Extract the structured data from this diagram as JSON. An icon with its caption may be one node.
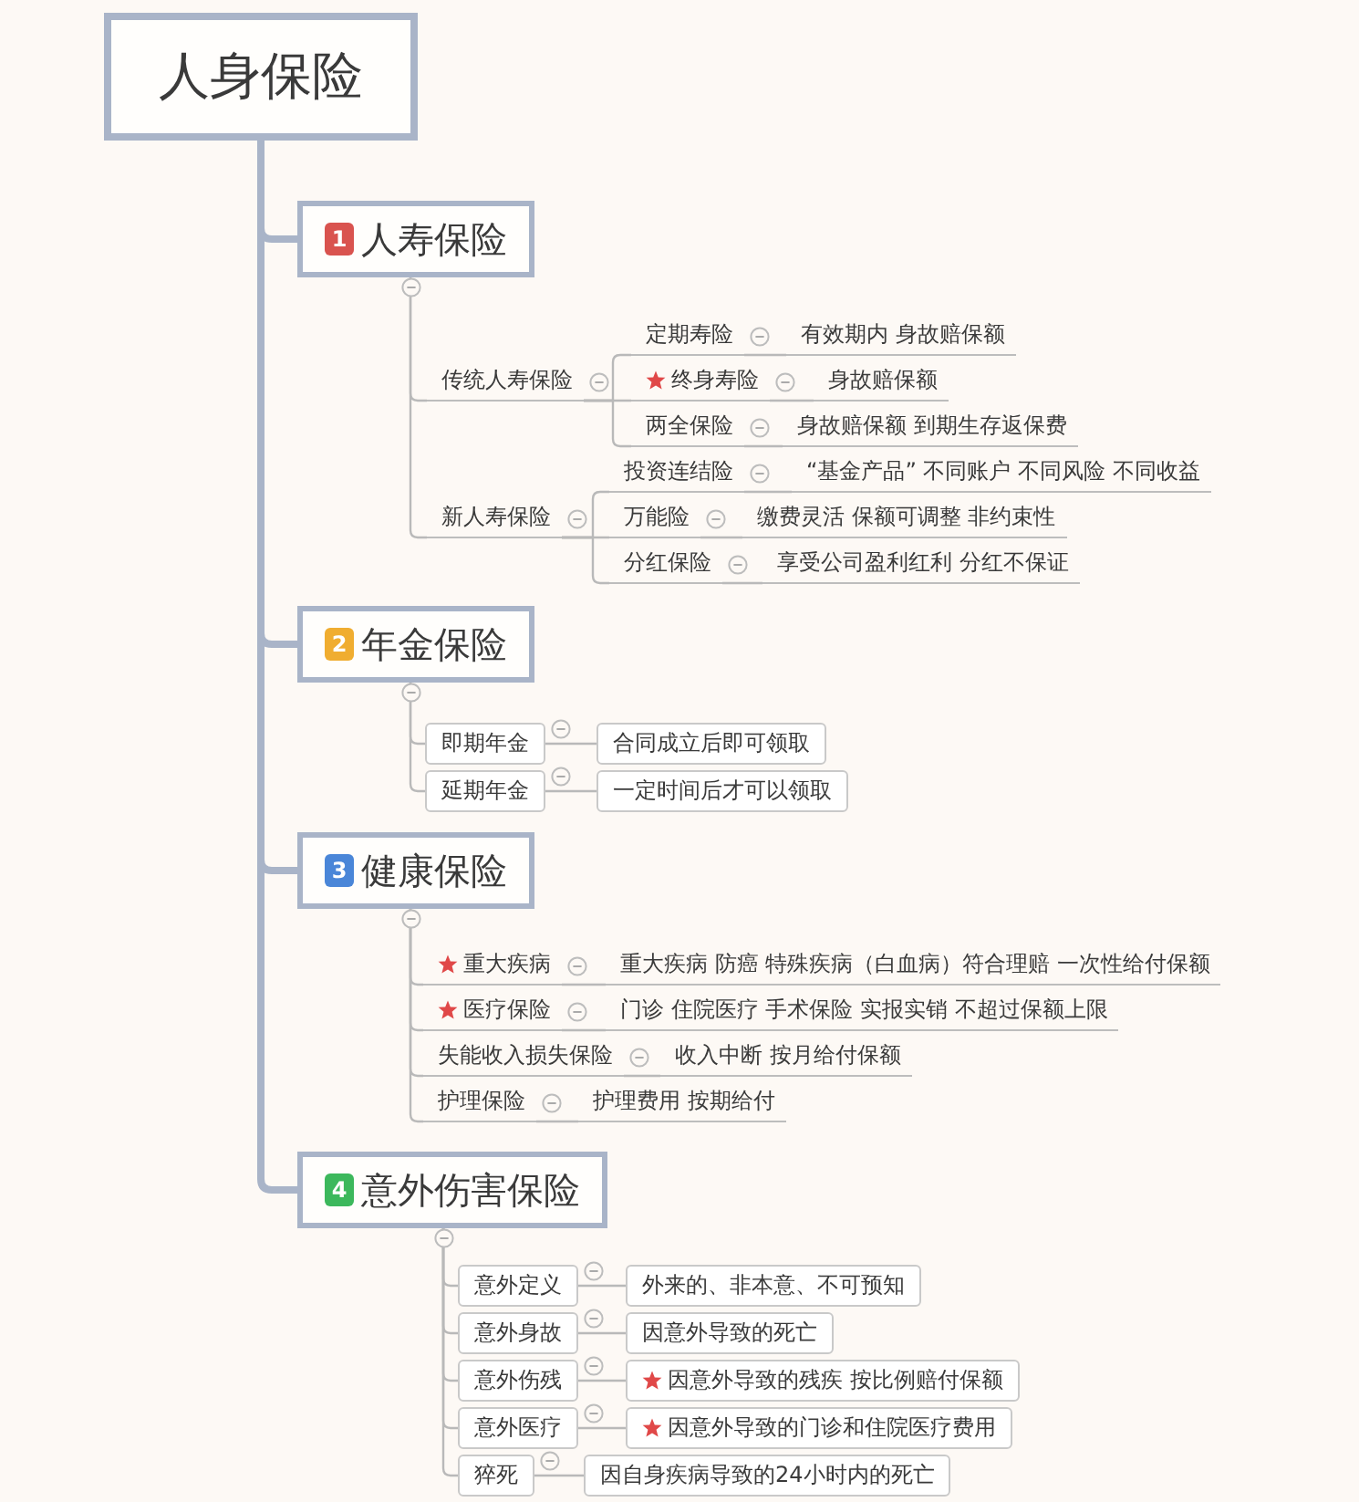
{
  "diagram": {
    "nodes": [
      {
        "text": [
          "人身保险"
        ]
      },
      {
        "text": [
          "1",
          "人寿保险"
        ]
      },
      {
        "text": [
          "传统人寿保险"
        ]
      },
      {
        "text": [
          "定期寿险"
        ]
      },
      {
        "text": [
          "有效期内 身故赔保额"
        ]
      },
      {
        "text": [
          "终身寿险"
        ]
      },
      {
        "text": [
          "身故赔保额"
        ]
      },
      {
        "text": [
          "两全保险"
        ]
      },
      {
        "text": [
          "身故赔保额 到期生存返保费"
        ]
      },
      {
        "text": [
          "新人寿保险"
        ]
      },
      {
        "text": [
          "投资连结险"
        ]
      },
      {
        "text": [
          "“基金产品” 不同账户 不同风险 不同收益"
        ]
      },
      {
        "text": [
          "万能险"
        ]
      },
      {
        "text": [
          "缴费灵活 保额可调整 非约束性"
        ]
      },
      {
        "text": [
          "分红保险"
        ]
      },
      {
        "text": [
          "享受公司盈利红利 分红不保证"
        ]
      },
      {
        "text": [
          "2",
          "年金保险"
        ]
      },
      {
        "text": [
          "即期年金"
        ]
      },
      {
        "text": [
          "合同成立后即可领取"
        ]
      },
      {
        "text": [
          "延期年金"
        ]
      },
      {
        "text": [
          "一定时间后才可以领取"
        ]
      },
      {
        "text": [
          "3",
          "健康保险"
        ]
      },
      {
        "text": [
          "重大疾病"
        ]
      },
      {
        "text": [
          "重大疾病 防癌 特殊疾病（白血病）符合理赔 一次性给付保额"
        ]
      },
      {
        "text": [
          "医疗保险"
        ]
      },
      {
        "text": [
          "门诊 住院医疗 手术保险 实报实销 不超过保额上限"
        ]
      },
      {
        "text": [
          "失能收入损失保险"
        ]
      },
      {
        "text": [
          "收入中断 按月给付保额"
        ]
      },
      {
        "text": [
          "护理保险"
        ]
      },
      {
        "text": [
          "护理费用 按期给付"
        ]
      },
      {
        "text": [
          "4",
          "意外伤害保险"
        ]
      },
      {
        "text": [
          "意外定义"
        ]
      },
      {
        "text": [
          "外来的、非本意、不可预知"
        ]
      },
      {
        "text": [
          "意外身故"
        ]
      },
      {
        "text": [
          "因意外导致的死亡"
        ]
      },
      {
        "text": [
          "意外伤残"
        ]
      },
      {
        "text": [
          "因意外导致的残疾 按比例赔付保额"
        ]
      },
      {
        "text": [
          "意外医疗"
        ]
      },
      {
        "text": [
          "因意外导致的门诊和住院医疗费用"
        ]
      },
      {
        "text": [
          "猝死"
        ]
      },
      {
        "text": [
          "因自身疾病导致的24小时内的死亡"
        ]
      }
    ],
    "edges": [
      {
        "from": 0,
        "to": 1,
        "arrow": "none",
        "style": "thick",
        "color": "#a9b4c8"
      },
      {
        "from": 0,
        "to": 16,
        "arrow": "none",
        "style": "thick",
        "color": "#a9b4c8"
      },
      {
        "from": 0,
        "to": 21,
        "arrow": "none",
        "style": "thick",
        "color": "#a9b4c8"
      },
      {
        "from": 0,
        "to": 30,
        "arrow": "none",
        "style": "thick",
        "color": "#a9b4c8"
      },
      {
        "from": 1,
        "to": 2,
        "arrow": "none"
      },
      {
        "from": 1,
        "to": 9,
        "arrow": "none"
      },
      {
        "from": 2,
        "to": 3,
        "arrow": "none"
      },
      {
        "from": 2,
        "to": 5,
        "arrow": "none"
      },
      {
        "from": 2,
        "to": 7,
        "arrow": "none"
      },
      {
        "from": 3,
        "to": 4,
        "arrow": "none"
      },
      {
        "from": 5,
        "to": 6,
        "arrow": "none"
      },
      {
        "from": 7,
        "to": 8,
        "arrow": "none"
      },
      {
        "from": 9,
        "to": 10,
        "arrow": "none"
      },
      {
        "from": 9,
        "to": 12,
        "arrow": "none"
      },
      {
        "from": 9,
        "to": 14,
        "arrow": "none"
      },
      {
        "from": 10,
        "to": 11,
        "arrow": "none"
      },
      {
        "from": 12,
        "to": 13,
        "arrow": "none"
      },
      {
        "from": 14,
        "to": 15,
        "arrow": "none"
      },
      {
        "from": 16,
        "to": 17,
        "arrow": "none"
      },
      {
        "from": 16,
        "to": 19,
        "arrow": "none"
      },
      {
        "from": 17,
        "to": 18,
        "arrow": "none"
      },
      {
        "from": 19,
        "to": 20,
        "arrow": "none"
      },
      {
        "from": 21,
        "to": 22,
        "arrow": "none"
      },
      {
        "from": 21,
        "to": 24,
        "arrow": "none"
      },
      {
        "from": 21,
        "to": 26,
        "arrow": "none"
      },
      {
        "from": 21,
        "to": 28,
        "arrow": "none"
      },
      {
        "from": 22,
        "to": 23,
        "arrow": "none"
      },
      {
        "from": 24,
        "to": 25,
        "arrow": "none"
      },
      {
        "from": 26,
        "to": 27,
        "arrow": "none"
      },
      {
        "from": 28,
        "to": 29,
        "arrow": "none"
      },
      {
        "from": 30,
        "to": 31,
        "arrow": "none"
      },
      {
        "from": 30,
        "to": 33,
        "arrow": "none"
      },
      {
        "from": 30,
        "to": 35,
        "arrow": "none"
      },
      {
        "from": 30,
        "to": 37,
        "arrow": "none"
      },
      {
        "from": 30,
        "to": 39,
        "arrow": "none"
      },
      {
        "from": 31,
        "to": 32,
        "arrow": "none"
      },
      {
        "from": 33,
        "to": 34,
        "arrow": "none"
      },
      {
        "from": 35,
        "to": 36,
        "arrow": "none"
      },
      {
        "from": 37,
        "to": 38,
        "arrow": "none"
      },
      {
        "from": 39,
        "to": 40,
        "arrow": "none"
      }
    ]
  }
}
